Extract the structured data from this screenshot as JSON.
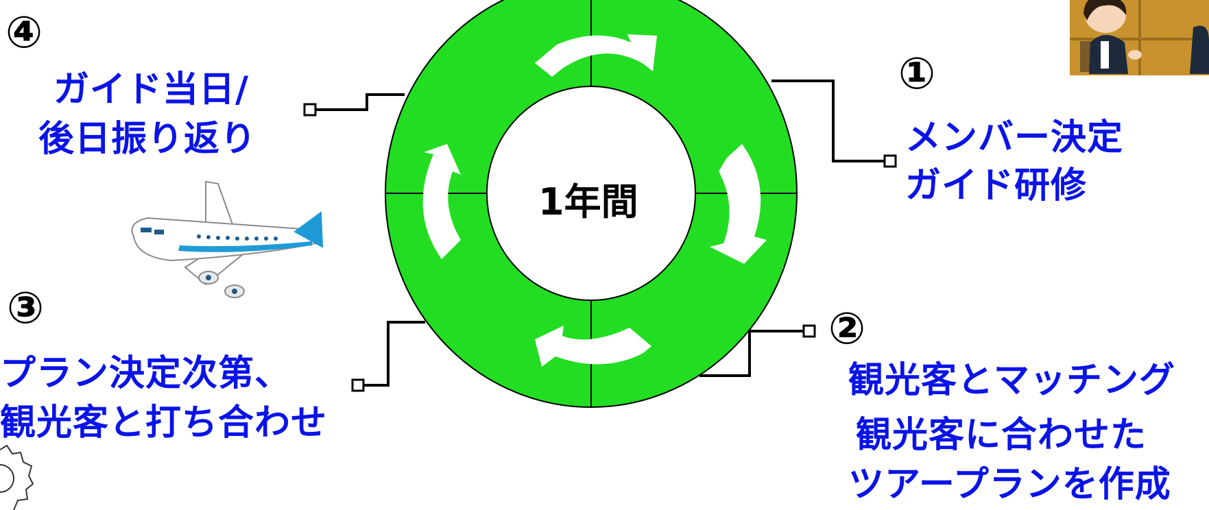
{
  "center": {
    "label": "1年間"
  },
  "colors": {
    "ring": "#22dd22",
    "label_text": "#0a14e6",
    "arrow": "#ffffff",
    "outline": "#000000"
  },
  "steps": [
    {
      "number": "①",
      "lines": [
        "メンバー決定",
        "ガイド研修"
      ]
    },
    {
      "number": "②",
      "lines": [
        "観光客とマッチング",
        "観光客に合わせた",
        "ツアープランを作成"
      ]
    },
    {
      "number": "③",
      "lines": [
        "プラン決定次第、",
        "観光客と打ち合わせ"
      ]
    },
    {
      "number": "④",
      "lines": [
        "ガイド当日/",
        "後日振り返り"
      ]
    }
  ],
  "illustrations": [
    "airplane-illustration",
    "meeting-people-illustration",
    "gear-icon"
  ]
}
